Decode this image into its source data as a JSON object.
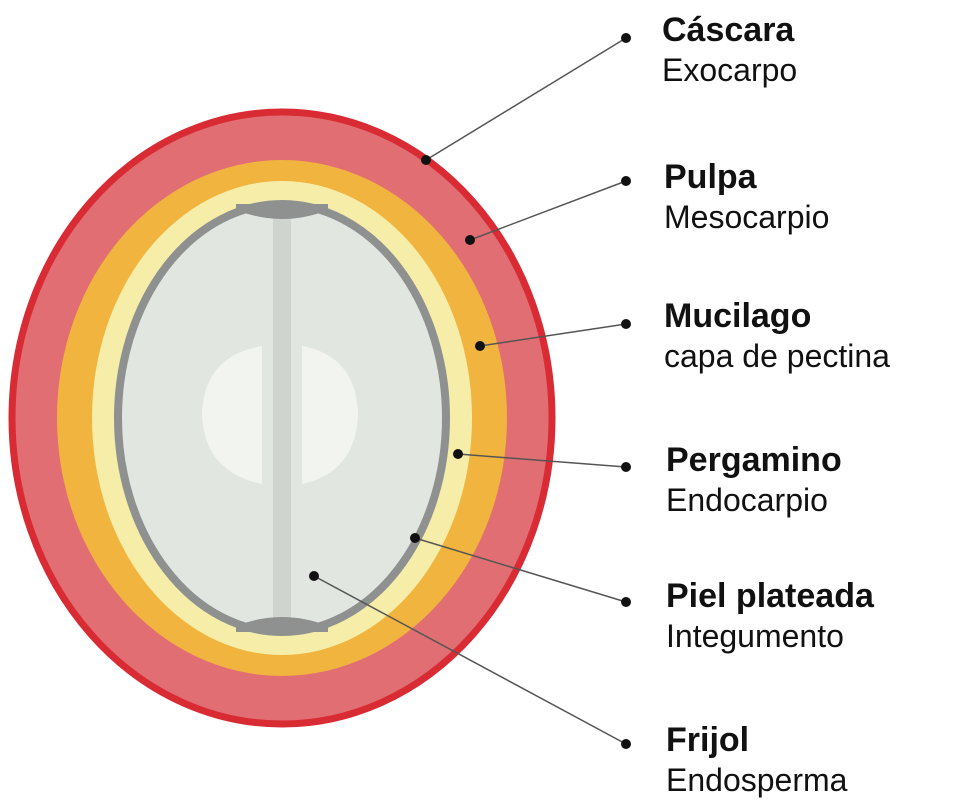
{
  "colors": {
    "cascara": "#d92b34",
    "cascara_fill": "#e16e72",
    "pulpa": "#f1b43e",
    "mucilago": "#f6eda9",
    "pergamino": "#8e9190",
    "frijol": "#e1e7e0",
    "frijol_highlight": "#f1f4ef",
    "leader_line": "#555555",
    "dot": "#111111"
  },
  "labels": [
    {
      "id": "cascara",
      "name": "Cáscara",
      "desc": "Exocarpo"
    },
    {
      "id": "pulpa",
      "name": "Pulpa",
      "desc": "Mesocarpio"
    },
    {
      "id": "mucilago",
      "name": "Mucilago",
      "desc": "capa de pectina"
    },
    {
      "id": "pergamino",
      "name": "Pergamino",
      "desc": "Endocarpio"
    },
    {
      "id": "piel",
      "name": "Piel plateada",
      "desc": "Integumento"
    },
    {
      "id": "frijol",
      "name": "Frijol",
      "desc": "Endosperma"
    }
  ]
}
